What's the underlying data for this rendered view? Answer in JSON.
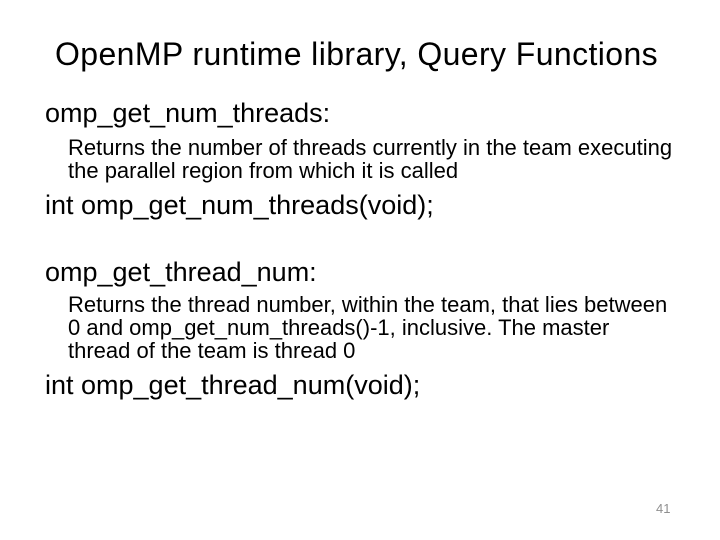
{
  "slide": {
    "title": "OpenMP runtime library, Query Functions",
    "page_number": "41"
  },
  "colors": {
    "background": "#ffffff",
    "text": "#000000",
    "page_number": "#8f8f8f"
  },
  "sections": [
    {
      "heading": "omp_get_num_threads:",
      "description_lines": [
        "Returns the number of threads currently in the team executing",
        "the parallel region from which it is called"
      ],
      "signature": "int omp_get_num_threads(void);"
    },
    {
      "heading": "omp_get_thread_num:",
      "description_lines": [
        "Returns the thread number, within the team, that lies between",
        "0 and omp_get_num_threads()-1, inclusive. The master",
        "thread of the team is thread 0"
      ],
      "signature": "int omp_get_thread_num(void);"
    }
  ]
}
